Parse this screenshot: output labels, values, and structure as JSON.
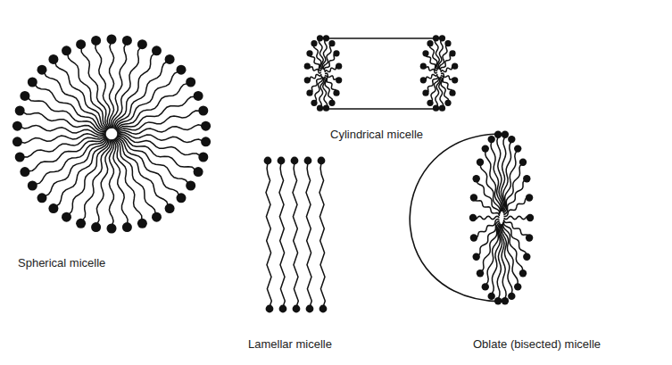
{
  "diagram": {
    "labels": [
      "Spherical micelle",
      "Cylindrical micelle",
      "Lamellar micelle",
      "Oblate (bisected) micelle"
    ]
  }
}
